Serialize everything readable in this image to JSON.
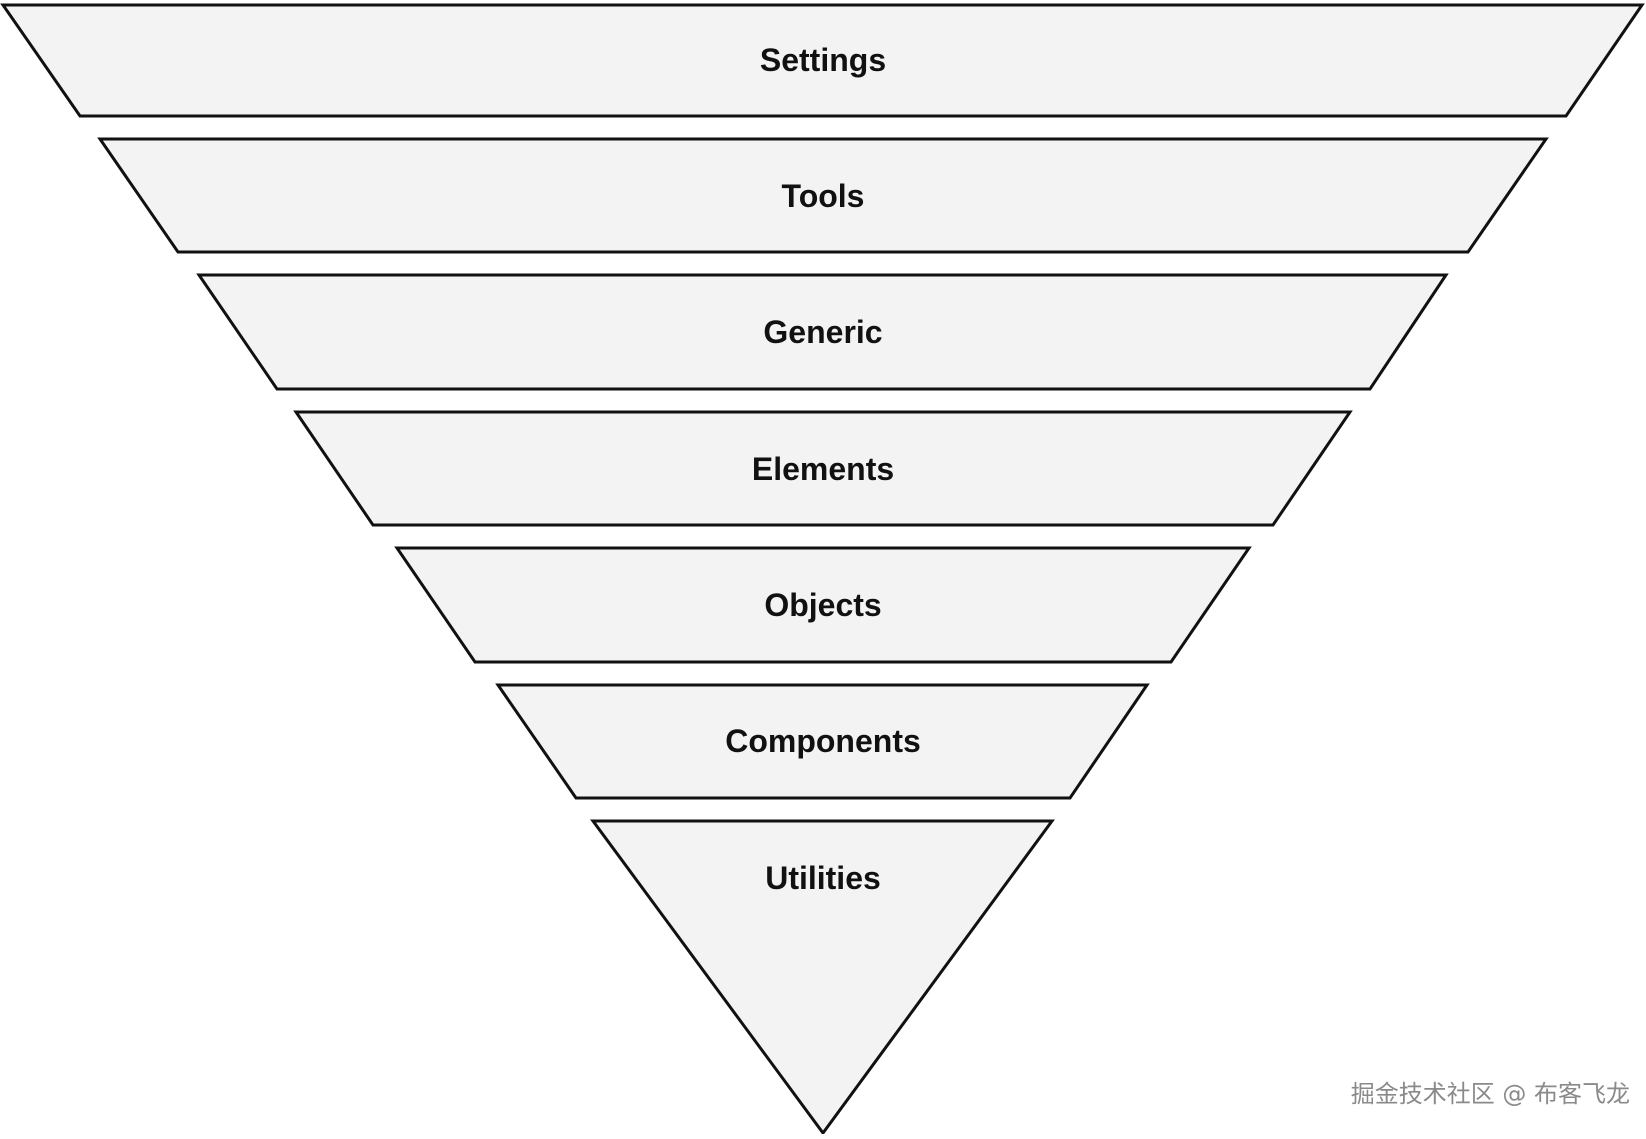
{
  "diagram": {
    "layers": [
      {
        "label": "Settings"
      },
      {
        "label": "Tools"
      },
      {
        "label": "Generic"
      },
      {
        "label": "Elements"
      },
      {
        "label": "Objects"
      },
      {
        "label": "Components"
      },
      {
        "label": "Utilities"
      }
    ],
    "colors": {
      "fill": "#f3f3f3",
      "stroke": "#111111",
      "text": "#111111"
    }
  },
  "watermark": {
    "text": "掘金技术社区 @ 布客飞龙"
  }
}
